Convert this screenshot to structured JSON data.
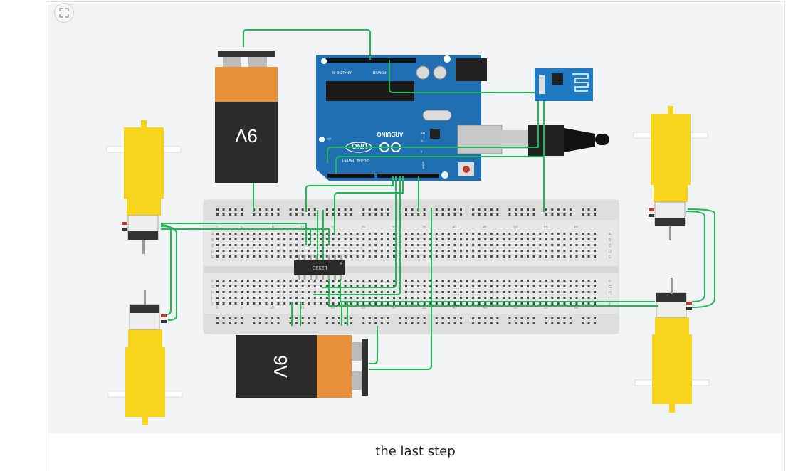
{
  "caption": "the last step",
  "expand_button_icon": "expand-icon",
  "battery_top": {
    "label": "9V"
  },
  "battery_bottom": {
    "label": "9V"
  },
  "arduino": {
    "brand": "ARDUINO",
    "model": "UNO",
    "analog_label": "ANALOG IN",
    "power_label": "POWER",
    "digital_label": "DIGITAL (PWM~)",
    "tx_label": "TX",
    "rx_label": "RX",
    "l_label": "L",
    "on_label": "ON",
    "aref_label": "AREF"
  },
  "ic_chip": {
    "label": "L293D"
  },
  "breadboard": {
    "top_numbers": [
      "1",
      "5",
      "10",
      "15",
      "20",
      "25",
      "30",
      "35",
      "40",
      "45",
      "50",
      "55",
      "60"
    ],
    "row_letters_top": [
      "A",
      "B",
      "C",
      "D",
      "E"
    ],
    "row_letters_bottom": [
      "F",
      "G",
      "H",
      "I",
      "J"
    ]
  },
  "colors": {
    "wire": "#1db954",
    "motor_body": "#f7d51d",
    "battery_orange": "#e8913a",
    "battery_black": "#2b2b2b",
    "arduino_blue": "#1f6fb2",
    "esp_blue": "#1f7bc4"
  }
}
